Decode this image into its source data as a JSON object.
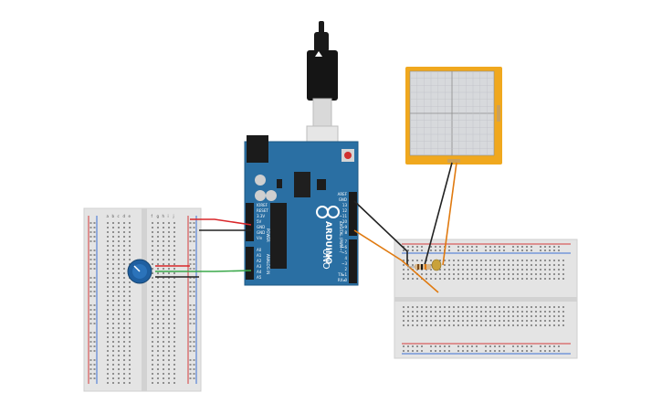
{
  "board": {
    "brand": "ARDUINO",
    "model": "UNO",
    "digital_label": "DIGITAL (PWM~)",
    "power_label": "POWER",
    "analog_label": "ANALOG IN",
    "header_top": [
      "AREF",
      "GND",
      "13",
      "12",
      "~11",
      "~10",
      "~9",
      "8"
    ],
    "header_top2": [
      "7",
      "~6",
      "~5",
      "4",
      "~3",
      "2",
      "TX▸1",
      "RX◂0"
    ],
    "power_pins": [
      "IOREF",
      "RESET",
      "3.3V",
      "5V",
      "GND",
      "GND",
      "Vin"
    ],
    "analog_pins": [
      "A0",
      "A1",
      "A2",
      "A3",
      "A4",
      "A5"
    ]
  },
  "breadboard_left": {
    "column_letters": [
      "a",
      "b",
      "c",
      "d",
      "e",
      "f",
      "g",
      "h",
      "i",
      "j"
    ]
  },
  "colors": {
    "board_blue": "#2a6fa3",
    "wire_red": "#d9262a",
    "wire_black": "#222222",
    "wire_green": "#3aa84a",
    "wire_orange": "#e07a10",
    "graph_frame": "#f0a81e",
    "breadboard": "#e6e6e6",
    "rail_red": "#d33b3b",
    "rail_blue": "#3b6fd3",
    "pot_blue": "#1f5fa0"
  }
}
